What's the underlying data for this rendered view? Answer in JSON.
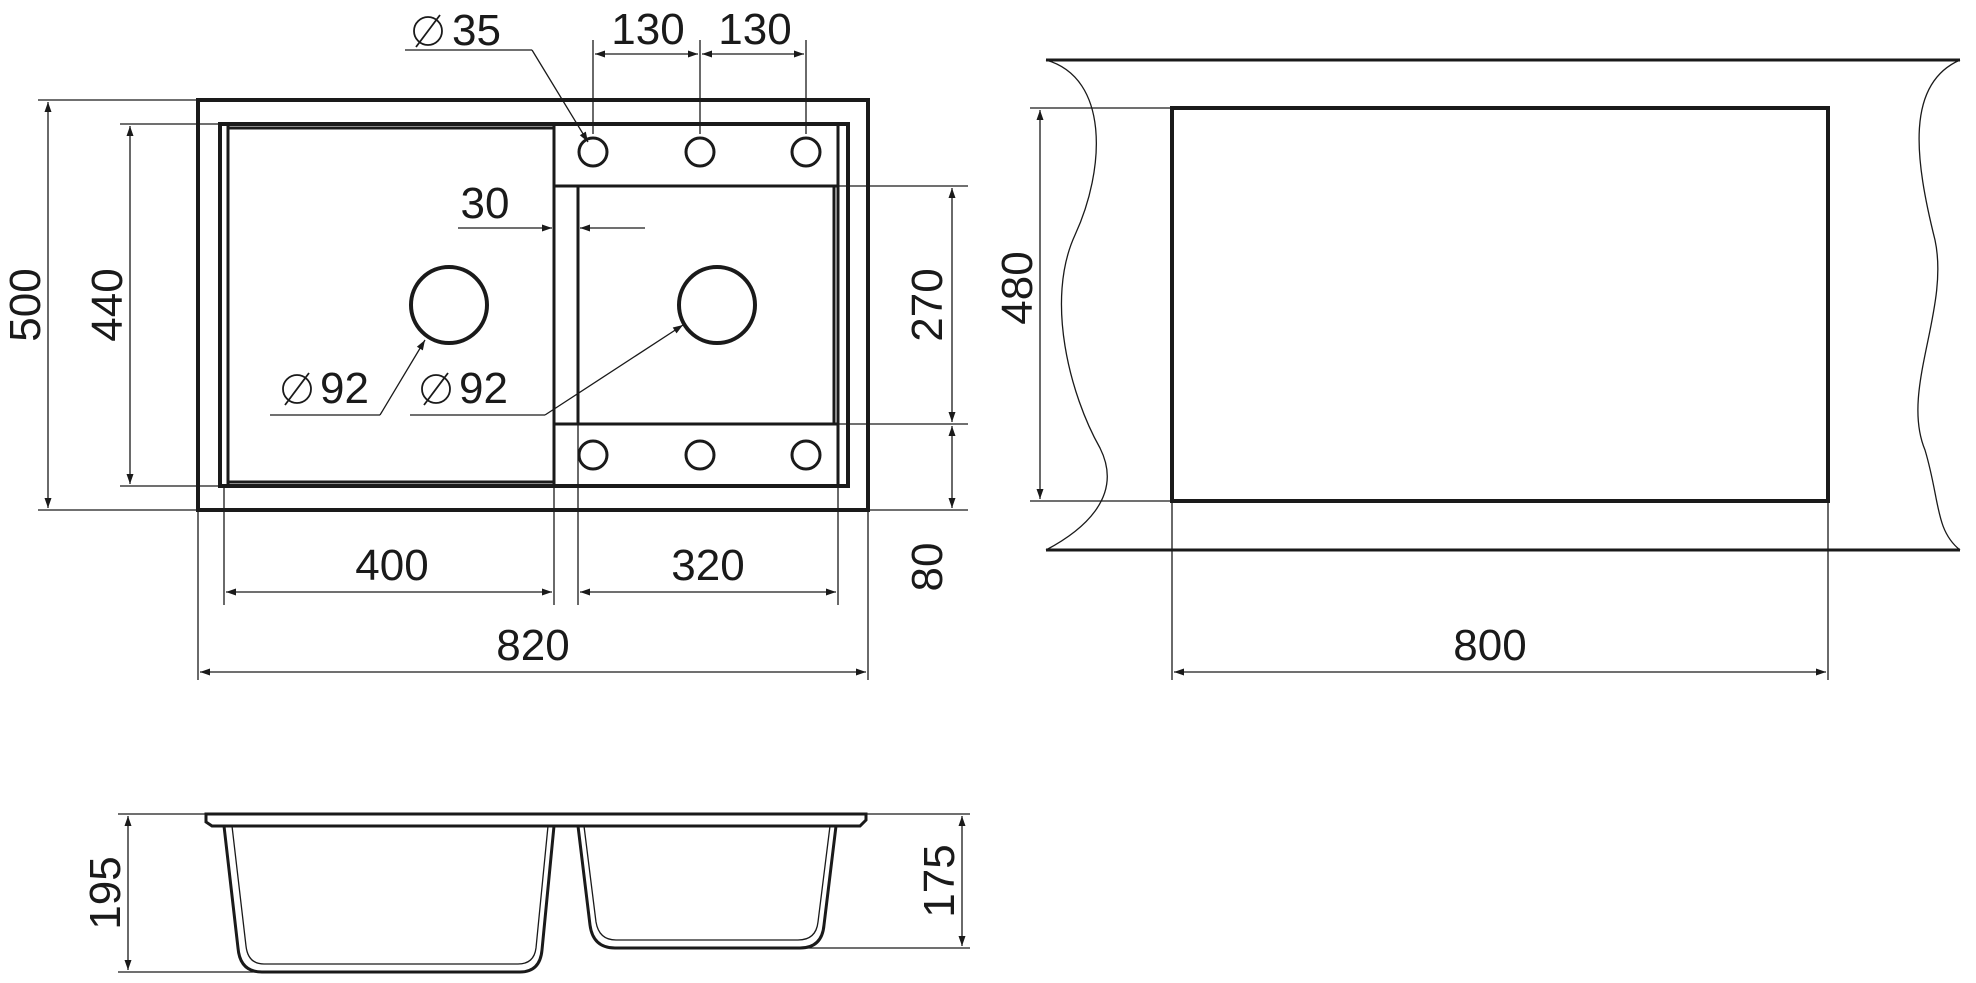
{
  "drawing": {
    "top_view": {
      "overall_width": "820",
      "overall_depth": "500",
      "inner_depth": "440",
      "left_bowl_width": "400",
      "right_bowl_width": "320",
      "right_bowl_depth": "270",
      "edge_to_bowl": "80",
      "partition_width": "30",
      "tap_hole_diameter": "35",
      "tap_hole_spacing_1": "130",
      "tap_hole_spacing_2": "130",
      "drain_left_diameter": "92",
      "drain_right_diameter": "92"
    },
    "cutout_view": {
      "cutout_width": "800",
      "cutout_depth": "480"
    },
    "section_view": {
      "left_bowl_depth": "195",
      "right_bowl_depth": "175"
    },
    "colors": {
      "line": "#1a1a1a",
      "background": "#ffffff"
    }
  }
}
